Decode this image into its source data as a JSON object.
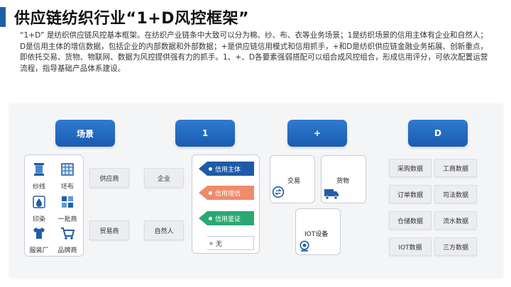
{
  "title": "供应链纺织行业“1+D风控框架”",
  "description": "“1+D” 是纺织供应链风控基本框架。在纺织产业链条中大致可以分为棉、纱、布、衣等业务场景；1是纺织场景的信用主体有企业和自然人；D是信用主体的增信数据，包括企业的内部数据和外部数据；+是供应链信用模式和信用抓手，+和D是纺织供应链金融业务拓展、创新重点，即依托交易、货物、物联网、数据为风控提供强有力的抓手。1、+、D各要素强弱搭配可以组合成风控组合，形成信用评分，可依次配置运营流程，指导基础产品体系建设。",
  "columns": {
    "scene": "场景",
    "one": "1",
    "plus": "+",
    "d": "D"
  },
  "scene_icons": [
    "纱线",
    "坯布",
    "印染",
    "一批商",
    "服装厂",
    "品牌商"
  ],
  "scene_entities": [
    "供应商",
    "贸易商"
  ],
  "subjects": [
    "企业",
    "自然人"
  ],
  "credit_tags": [
    {
      "label": "信用主体",
      "color": "#1e5aa6"
    },
    {
      "label": "信用增信",
      "color": "#ef8a6a"
    },
    {
      "label": "信用鉴证",
      "color": "#2aa872"
    },
    {
      "label": "无",
      "color": "#ffffff"
    }
  ],
  "plus_items": [
    "交易",
    "货物",
    "IOT设备"
  ],
  "data_items": [
    "采购数据",
    "工商数据",
    "订单数据",
    "司法数据",
    "仓储数据",
    "流水数据",
    "IOT数据",
    "三方数据"
  ],
  "colors": {
    "primary": "#1f5fa8",
    "orange": "#ef8a6a",
    "green": "#2aa872"
  }
}
